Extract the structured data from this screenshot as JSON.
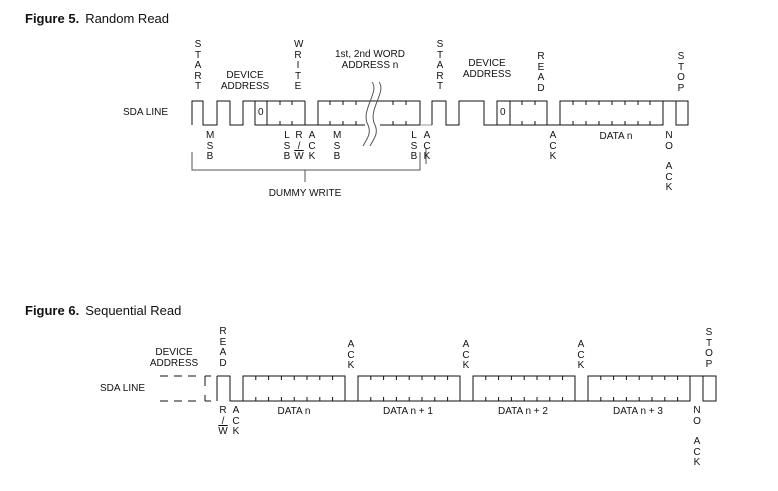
{
  "figure5": {
    "number": "Figure 5.",
    "title": "Random Read",
    "labels": {
      "start1": "START",
      "device_address1": [
        "DEVICE",
        "ADDRESS"
      ],
      "write": "WRITE",
      "word_address": [
        "1st, 2nd WORD",
        "ADDRESS n"
      ],
      "start2": "START",
      "device_address2": [
        "DEVICE",
        "ADDRESS"
      ],
      "read": "READ",
      "stop": "STOP",
      "sda_line": "SDA LINE",
      "zero1": "0",
      "zero2": "0",
      "msb1": "MSB",
      "lsb1": "LSB",
      "r": "R",
      "slash": "/",
      "w": "W",
      "ack1": "ACK",
      "msb2": "MSB",
      "lsb2": "LSB",
      "ack2": "ACK",
      "ack3": "ACK",
      "data_n": "DATA n",
      "no": "NO",
      "no_ack": "ACK",
      "dummy_write": "DUMMY WRITE"
    }
  },
  "figure6": {
    "number": "Figure 6.",
    "title": "Sequential Read",
    "labels": {
      "device_address": [
        "DEVICE",
        "ADDRESS"
      ],
      "read": "READ",
      "ack1": "ACK",
      "ack2": "ACK",
      "ack3": "ACK",
      "stop": "STOP",
      "sda_line": "SDA LINE",
      "r": "R",
      "slash": "/",
      "w": "W",
      "ack_rw": "ACK",
      "data": [
        "DATA n",
        "DATA n + 1",
        "DATA n + 2",
        "DATA n + 3"
      ],
      "no": "NO",
      "no_ack": "ACK"
    }
  }
}
